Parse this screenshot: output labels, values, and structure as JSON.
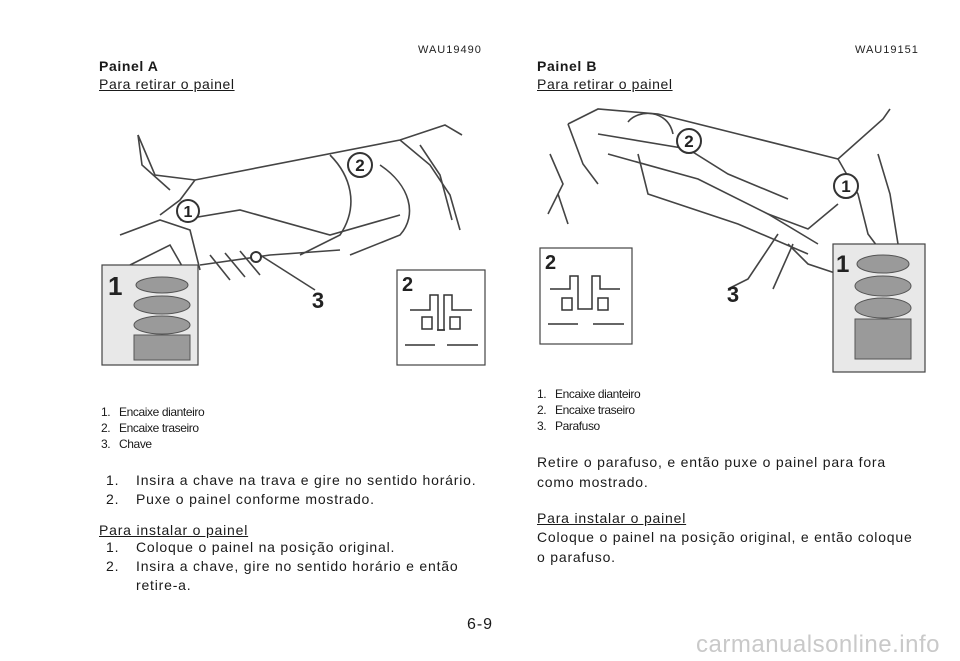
{
  "panel_a": {
    "code": "WAU19490",
    "title": "Painel A",
    "subtitle": "Para retirar o painel",
    "callouts": [
      "1",
      "2",
      "3"
    ],
    "inset_labels": [
      "1",
      "2"
    ],
    "legend": [
      {
        "n": "1.",
        "text": "Encaixe dianteiro"
      },
      {
        "n": "2.",
        "text": "Encaixe traseiro"
      },
      {
        "n": "3.",
        "text": "Chave"
      }
    ],
    "steps": [
      {
        "n": "1.",
        "text": "Insira a chave na trava e gire no sentido horário."
      },
      {
        "n": "2.",
        "text": "Puxe o painel conforme mostrado."
      }
    ],
    "install_heading": "Para instalar o painel",
    "install_steps": [
      {
        "n": "1.",
        "text": "Coloque o painel na posição original."
      },
      {
        "n": "2.",
        "text": "Insira a chave, gire no sentido horário e então retire-a."
      }
    ]
  },
  "panel_b": {
    "code": "WAU19151",
    "title": "Painel B",
    "subtitle": "Para retirar o painel",
    "callouts": [
      "2",
      "1",
      "3"
    ],
    "inset_labels": [
      "2",
      "1"
    ],
    "legend": [
      {
        "n": "1.",
        "text": "Encaixe dianteiro"
      },
      {
        "n": "2.",
        "text": "Encaixe traseiro"
      },
      {
        "n": "3.",
        "text": "Parafuso"
      }
    ],
    "removal_text": "Retire o parafuso, e então puxe o painel para fora como mostrado.",
    "install_heading": "Para instalar o painel",
    "install_text": "Coloque o painel na posição original, e então coloque o parafuso."
  },
  "footer": {
    "page_number": "6-9",
    "watermark": "carmanualsonline.info"
  }
}
